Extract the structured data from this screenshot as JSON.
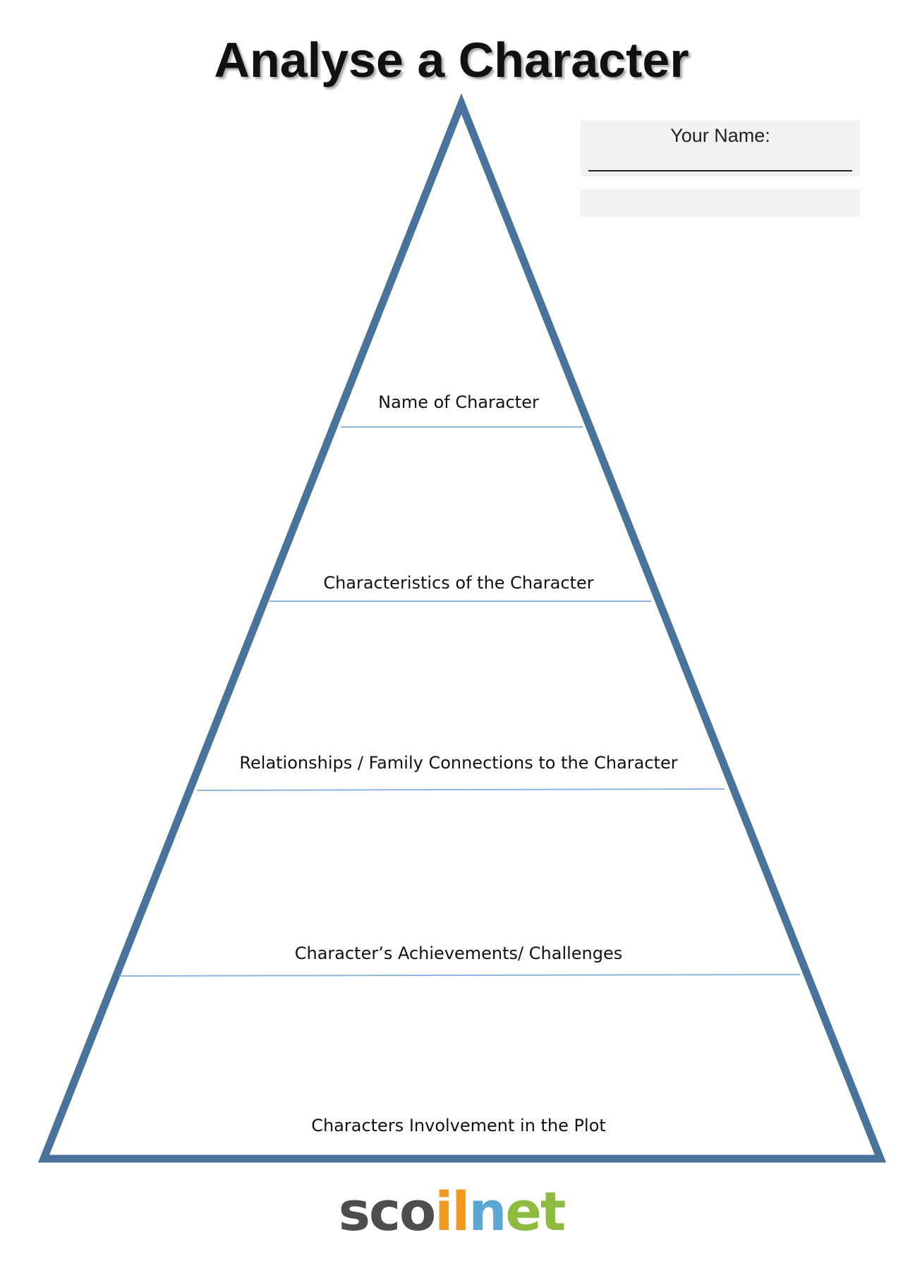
{
  "document": {
    "title": "Analyse a Character",
    "your_name_label": "Your Name:"
  },
  "pyramid": {
    "border_color": "#4a739c",
    "divider_color": "#8fb4de",
    "levels": [
      "Name of Character",
      "Characteristics of the Character",
      "Relationships / Family Connections to the Character",
      "Character’s Achievements/ Challenges",
      "Characters Involvement in the Plot"
    ]
  },
  "logo": {
    "parts": [
      "sco",
      "il",
      "n",
      "et"
    ],
    "colors": [
      "#4d4d4d",
      "#f39a1e",
      "#5aa7d6",
      "#8dbb3f"
    ]
  }
}
